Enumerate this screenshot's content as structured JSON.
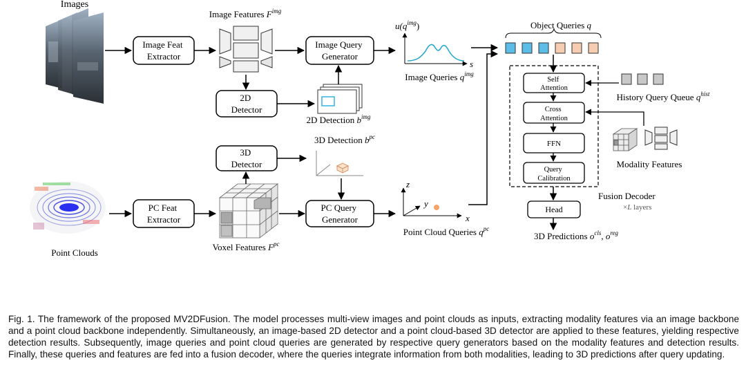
{
  "figure": {
    "images_label": "Images",
    "image_feat_extractor": [
      "Image Feat",
      "Extractor"
    ],
    "image_features": {
      "text": "Image Features ",
      "var": "F",
      "sup": "img"
    },
    "detector_2d": [
      "2D",
      "Detector"
    ],
    "detection_2d": {
      "text": "2D Detection ",
      "var": "b",
      "sup": "img"
    },
    "image_query_generator": [
      "Image Query",
      "Generator"
    ],
    "u_axis": {
      "pre": "u(",
      "var": "q",
      "sup": "img",
      "post": ")"
    },
    "s_axis": "s",
    "image_queries": {
      "text": "Image Queries ",
      "var": "q",
      "sup": "img"
    },
    "object_queries": {
      "text": "Object Queries ",
      "var": "q"
    },
    "self_attention": [
      "Self",
      "Attention"
    ],
    "cross_attention": [
      "Cross",
      "Attention"
    ],
    "ffn": "FFN",
    "query_calibration": [
      "Query",
      "Calibration"
    ],
    "history_queue": {
      "text": "History Query Queue ",
      "var": "q",
      "sup": "hist"
    },
    "modality_features": "Modality Features",
    "fusion_decoder": "Fusion Decoder",
    "layers": {
      "pre": "×",
      "var": "L",
      "post": " layers"
    },
    "head": "Head",
    "predictions_3d": {
      "text": "3D Predictions ",
      "var1": "o",
      "sup1": "cls",
      "sep": ", ",
      "var2": "o",
      "sup2": "reg"
    },
    "detector_3d": [
      "3D",
      "Detector"
    ],
    "detection_3d": {
      "text": "3D Detection ",
      "var": "b",
      "sup": "pc"
    },
    "pc_feat_extractor": [
      "PC Feat",
      "Extractor"
    ],
    "voxel_features": {
      "text": "Voxel Features ",
      "var": "F",
      "sup": "pc"
    },
    "pc_query_generator": [
      "PC Query",
      "Generator"
    ],
    "z_axis": "z",
    "y_axis": "y",
    "x_axis": "x",
    "point_cloud_queries": {
      "text": "Point Cloud Queries ",
      "var": "q",
      "sup": "pc"
    },
    "point_clouds_label": "Point Clouds",
    "colors": {
      "query_blue": "#5bbde8",
      "query_peach": "#f6cdb0",
      "history_gray": "#c8c8c8",
      "curve_teal": "#2aa8c9",
      "point_orange": "#f4a46a",
      "det_box_cyan": "#33b4e0"
    }
  },
  "caption": {
    "label": "Fig. 1.",
    "text": "The framework of the proposed MV2DFusion. The model processes multi-view images and point clouds as inputs, extracting modality features via an image backbone and a point cloud backbone independently. Simultaneously, an image-based 2D detector and a point cloud-based 3D detector are applied to these features, yielding respective detection results. Subsequently, image queries and point cloud queries are generated by respective query generators based on the modality features and detection results. Finally, these queries and features are fed into a fusion decoder, where the queries integrate information from both modalities, leading to 3D predictions after query updating."
  }
}
